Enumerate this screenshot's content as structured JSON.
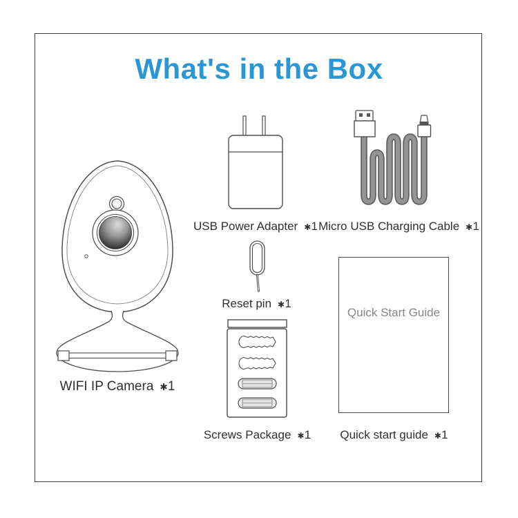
{
  "title": {
    "text": "What's in the Box"
  },
  "colors": {
    "accent": "#2a97d4",
    "label_text": "#2f2f2f",
    "line_art": "#4d4d4d",
    "cable_gray": "#8f8f8f",
    "guide_text": "#868686"
  },
  "items": {
    "camera": {
      "label": "WIFI IP Camera",
      "qty": "✱1"
    },
    "adapter": {
      "label": "USB Power Adapter",
      "qty": "✱1"
    },
    "cable": {
      "label": "Micro USB Charging Cable",
      "qty": "✱1"
    },
    "reset_pin": {
      "label": "Reset pin",
      "qty": "✱1"
    },
    "screws": {
      "label": "Screws Package",
      "qty": "✱1"
    },
    "guide": {
      "label": "Quick start guide",
      "qty": "✱1",
      "cover_text": "Quick Start Guide"
    }
  }
}
